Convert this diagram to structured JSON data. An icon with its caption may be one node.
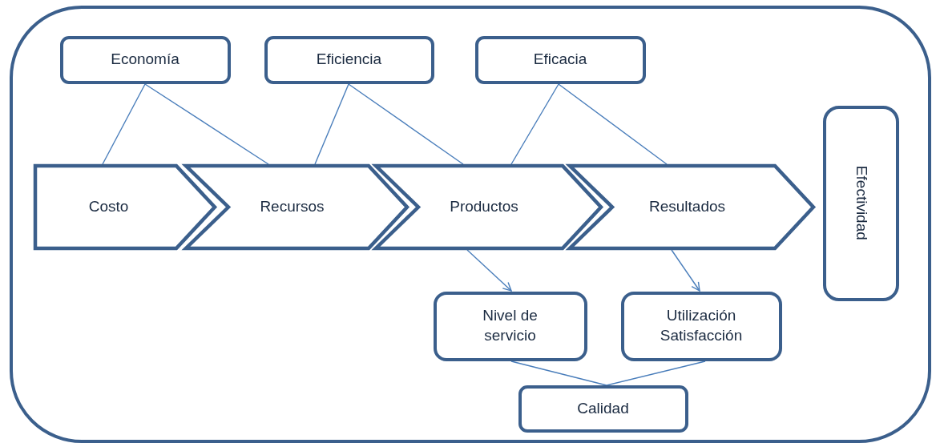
{
  "diagram": {
    "nodes": [
      {
        "text": [],
        "shape": "box"
      },
      {
        "text": [
          "Economía"
        ],
        "in": 0
      },
      {
        "text": [
          "Eficiencia"
        ],
        "in": 0
      },
      {
        "text": [
          "Eficacia"
        ],
        "in": 0
      },
      {
        "text": [
          "Costo"
        ],
        "in": 0
      },
      {
        "text": [
          "Recursos"
        ],
        "in": 0
      },
      {
        "text": [
          "Productos"
        ],
        "in": 0
      },
      {
        "text": [
          "Resultados"
        ],
        "in": 0
      },
      {
        "text": [
          "Efectividad"
        ],
        "in": 0
      },
      {
        "text": [
          "Nivel de servicio"
        ],
        "in": 0
      },
      {
        "text": [
          "Utilización Satisfacción"
        ],
        "in": 0
      },
      {
        "text": [
          "Calidad"
        ],
        "in": 0
      }
    ],
    "edges": [
      {
        "from": 1,
        "to": 4,
        "arrow": "none"
      },
      {
        "from": 1,
        "to": 5,
        "arrow": "none"
      },
      {
        "from": 2,
        "to": 5,
        "arrow": "none"
      },
      {
        "from": 2,
        "to": 6,
        "arrow": "none"
      },
      {
        "from": 3,
        "to": 6,
        "arrow": "none"
      },
      {
        "from": 3,
        "to": 7,
        "arrow": "none"
      },
      {
        "from": 6,
        "to": 9,
        "arrow": "to"
      },
      {
        "from": 7,
        "to": 10,
        "arrow": "to"
      },
      {
        "from": 9,
        "to": 11,
        "arrow": "none"
      },
      {
        "from": 10,
        "to": 11,
        "arrow": "none"
      }
    ]
  }
}
